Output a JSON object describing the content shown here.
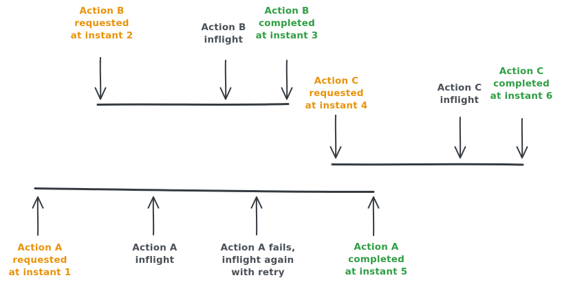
{
  "colors": {
    "background": "#ffffff",
    "stroke": "#343a40",
    "requested": "#e8930c",
    "inflight": "#495057",
    "completed": "#2f9e44"
  },
  "labels": {
    "b_requested": "Action B\nrequested\nat instant 2",
    "b_inflight": "Action B\ninflight",
    "b_completed": "Action B\ncompleted\nat instant 3",
    "c_requested": "Action C\nrequested\nat instant 4",
    "c_inflight": "Action C\ninflight",
    "c_completed": "Action C\ncompleted\nat instant 6",
    "a_requested": "Action A\nrequested\nat instant 1",
    "a_inflight": "Action A\ninflight",
    "a_fails": "Action A fails,\ninflight again\nwith retry",
    "a_completed": "Action A\ncompleted\nat instant 5"
  }
}
